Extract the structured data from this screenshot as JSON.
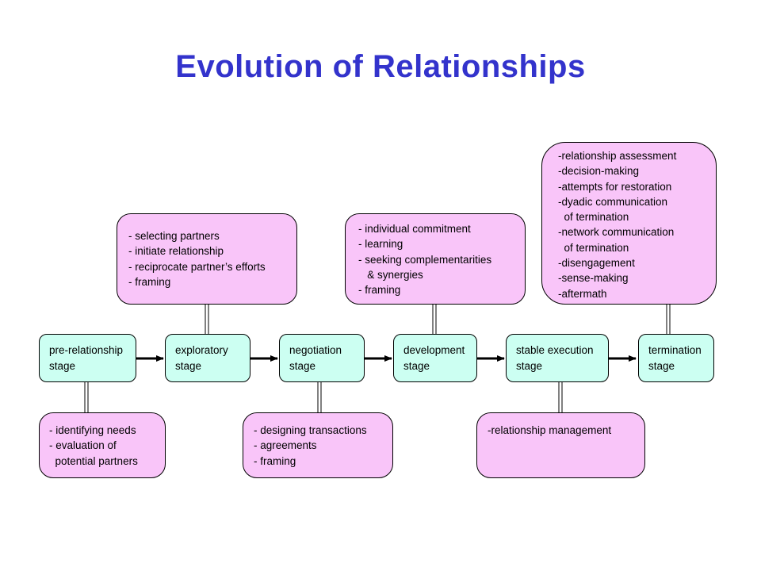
{
  "title": "Evolution of Relationships",
  "stages": [
    {
      "line1": "pre-relationship",
      "line2": "stage"
    },
    {
      "line1": "exploratory",
      "line2": "stage"
    },
    {
      "line1": "negotiation",
      "line2": "stage"
    },
    {
      "line1": "development",
      "line2": "stage"
    },
    {
      "line1": "stable execution",
      "line2": "stage"
    },
    {
      "line1": "termination",
      "line2": "stage"
    }
  ],
  "notes": {
    "exploratory": [
      "- selecting partners",
      "- initiate relationship",
      "- reciprocate partner’s efforts",
      "- framing"
    ],
    "development": [
      "- individual commitment",
      "- learning",
      "- seeking complementarities",
      "   & synergies",
      "- framing"
    ],
    "termination": [
      "-relationship assessment",
      "-decision-making",
      "-attempts for restoration",
      "-dyadic communication",
      "  of termination",
      "-network communication",
      "  of termination",
      "-disengagement",
      "-sense-making",
      "-aftermath"
    ],
    "pre_relationship": [
      "- identifying needs",
      "- evaluation of",
      "  potential partners"
    ],
    "negotiation": [
      "- designing transactions",
      "- agreements",
      "- framing"
    ],
    "stable_execution": [
      "-relationship management"
    ]
  },
  "colors": {
    "title": "#3333cc",
    "stage_fill": "#ccfff2",
    "note_fill": "#f9c5f9"
  }
}
